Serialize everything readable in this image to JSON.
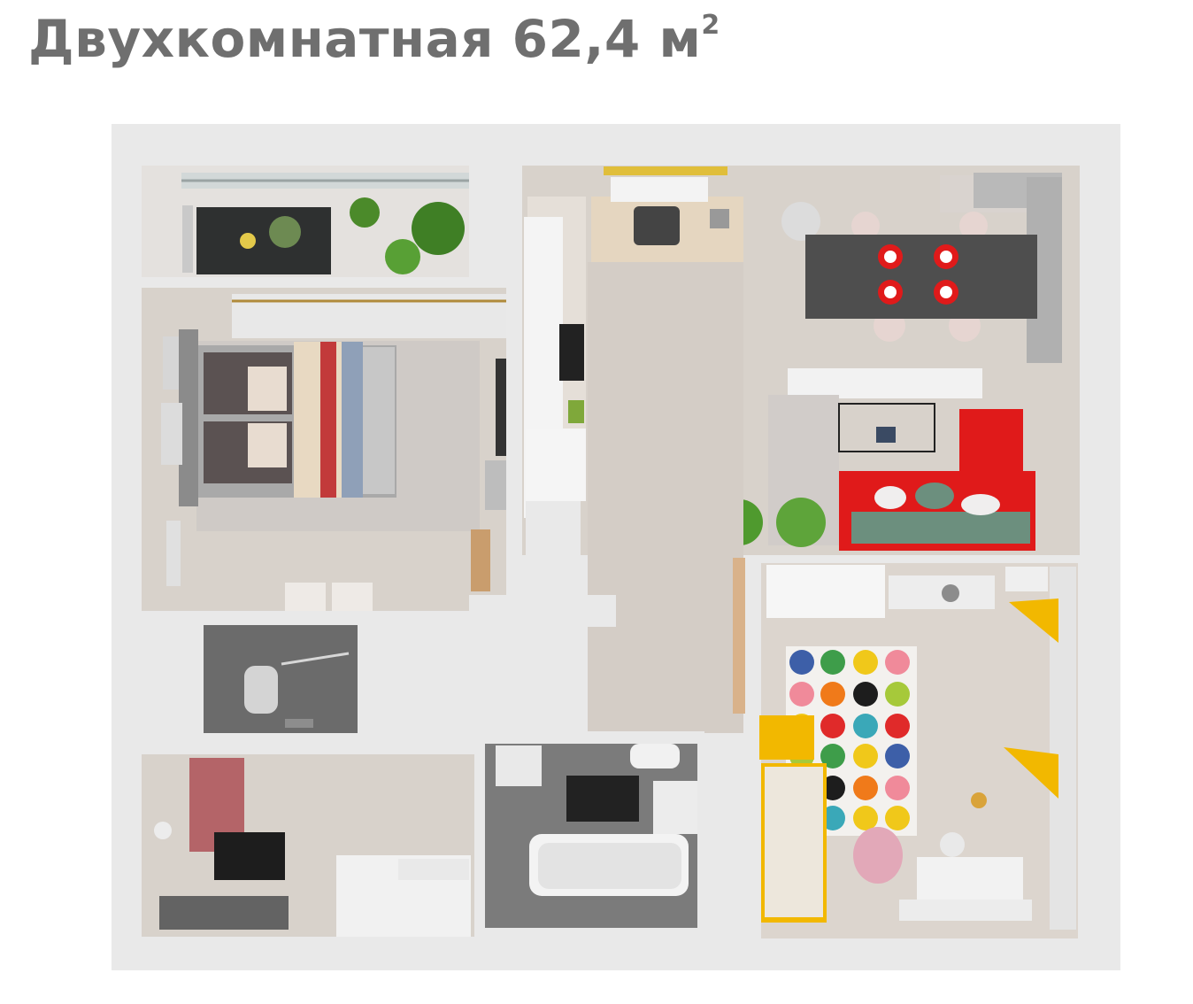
{
  "title": {
    "text": "Двухкомнатная 62,4 м",
    "superscript": "2"
  },
  "colors": {
    "title": "#6f6f6f",
    "wall": "#e9e9e9",
    "floor": "#d8d2cb",
    "sofa": "#e02020",
    "kids_accent": "#f2b800"
  },
  "rooms": [
    {
      "name": "balcony"
    },
    {
      "name": "bedroom"
    },
    {
      "name": "kitchen-living-room"
    },
    {
      "name": "corridor"
    },
    {
      "name": "toilet"
    },
    {
      "name": "hallway"
    },
    {
      "name": "bathroom"
    },
    {
      "name": "kids-room"
    }
  ]
}
